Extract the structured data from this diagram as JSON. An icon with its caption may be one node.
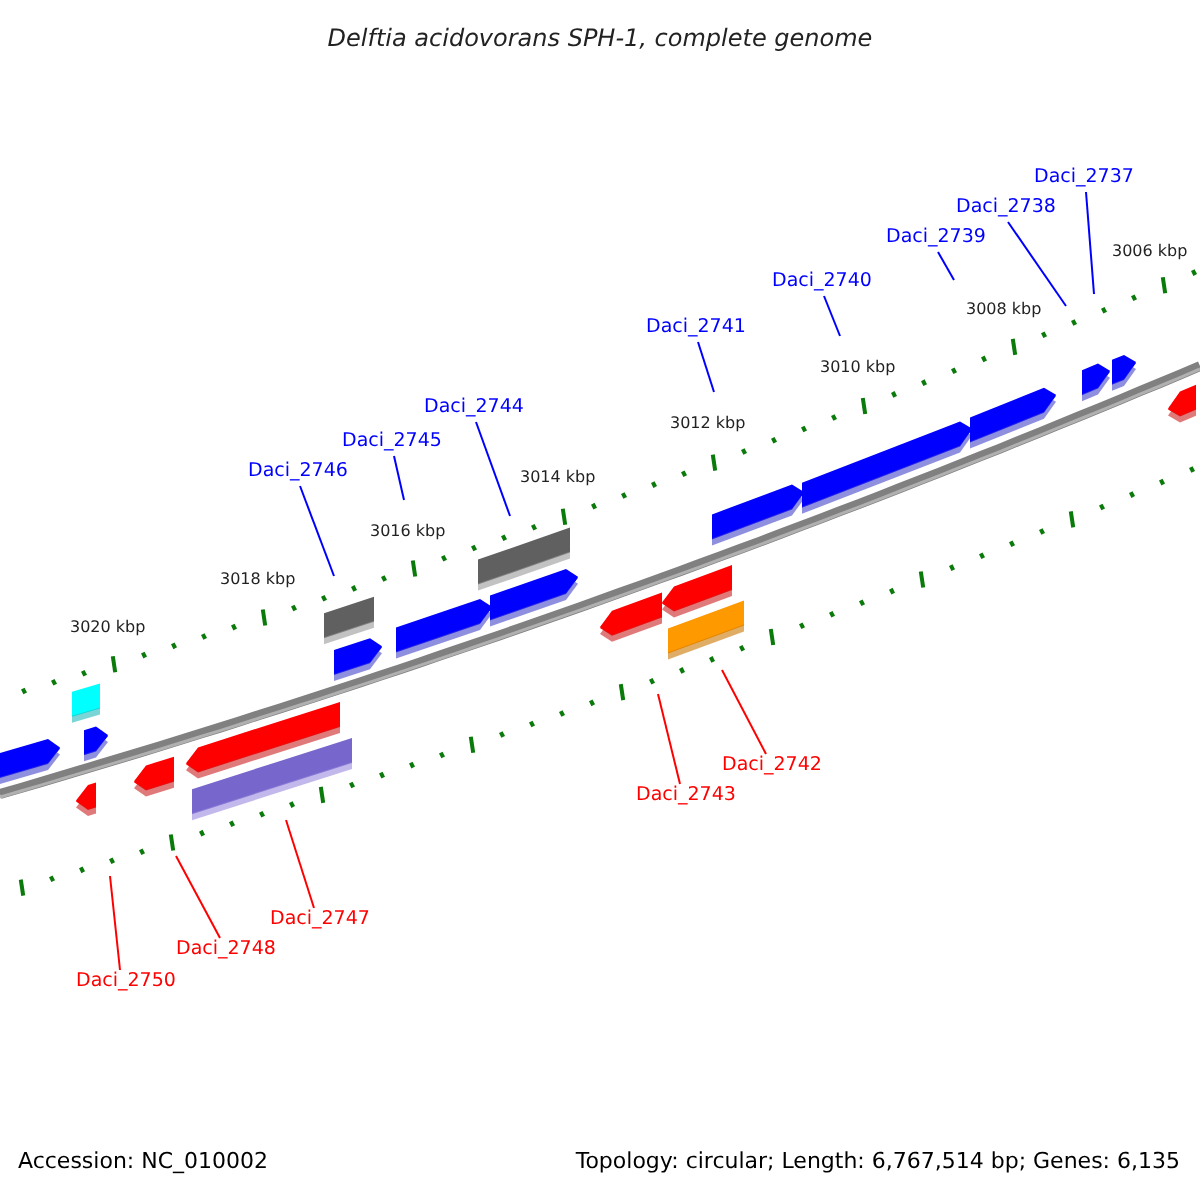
{
  "diagram": {
    "title": "Delftia acidovorans SPH-1, complete genome",
    "nodes": [
      {
        "text": [
          "Daci_2737"
        ]
      },
      {
        "text": [
          "Daci_2738"
        ]
      },
      {
        "text": [
          "Daci_2739"
        ]
      },
      {
        "text": [
          "Daci_2740"
        ]
      },
      {
        "text": [
          "Daci_2741"
        ]
      },
      {
        "text": [
          "Daci_2744"
        ]
      },
      {
        "text": [
          "Daci_2745"
        ]
      },
      {
        "text": [
          "Daci_2746"
        ]
      },
      {
        "text": [
          "Daci_2742"
        ]
      },
      {
        "text": [
          "Daci_2743"
        ]
      },
      {
        "text": [
          "Daci_2747"
        ]
      },
      {
        "text": [
          "Daci_2748"
        ]
      },
      {
        "text": [
          "Daci_2750"
        ]
      }
    ],
    "edges": [
      {
        "from": 0,
        "to": null,
        "arrow": "none"
      },
      {
        "from": 1,
        "to": null,
        "arrow": "none"
      },
      {
        "from": 2,
        "to": null,
        "arrow": "none"
      },
      {
        "from": 3,
        "to": null,
        "arrow": "none"
      },
      {
        "from": 4,
        "to": null,
        "arrow": "none"
      },
      {
        "from": 5,
        "to": null,
        "arrow": "none"
      },
      {
        "from": 6,
        "to": null,
        "arrow": "none"
      },
      {
        "from": 7,
        "to": null,
        "arrow": "none"
      },
      {
        "from": 8,
        "to": null,
        "arrow": "none",
        "color": "#ff0000"
      },
      {
        "from": 9,
        "to": null,
        "arrow": "none",
        "color": "#ff0000"
      },
      {
        "from": 10,
        "to": null,
        "arrow": "none",
        "color": "#ff0000"
      },
      {
        "from": 11,
        "to": null,
        "arrow": "none",
        "color": "#ff0000"
      },
      {
        "from": 12,
        "to": null,
        "arrow": "none",
        "color": "#ff0000"
      }
    ],
    "labels": [
      "3006 kbp",
      "3008 kbp",
      "3010 kbp",
      "3012 kbp",
      "3014 kbp",
      "3016 kbp",
      "3018 kbp",
      "3020 kbp",
      "Accession: NC_010002",
      "Topology: circular; Length: 6,767,514 bp; Genes: 6,135"
    ]
  }
}
